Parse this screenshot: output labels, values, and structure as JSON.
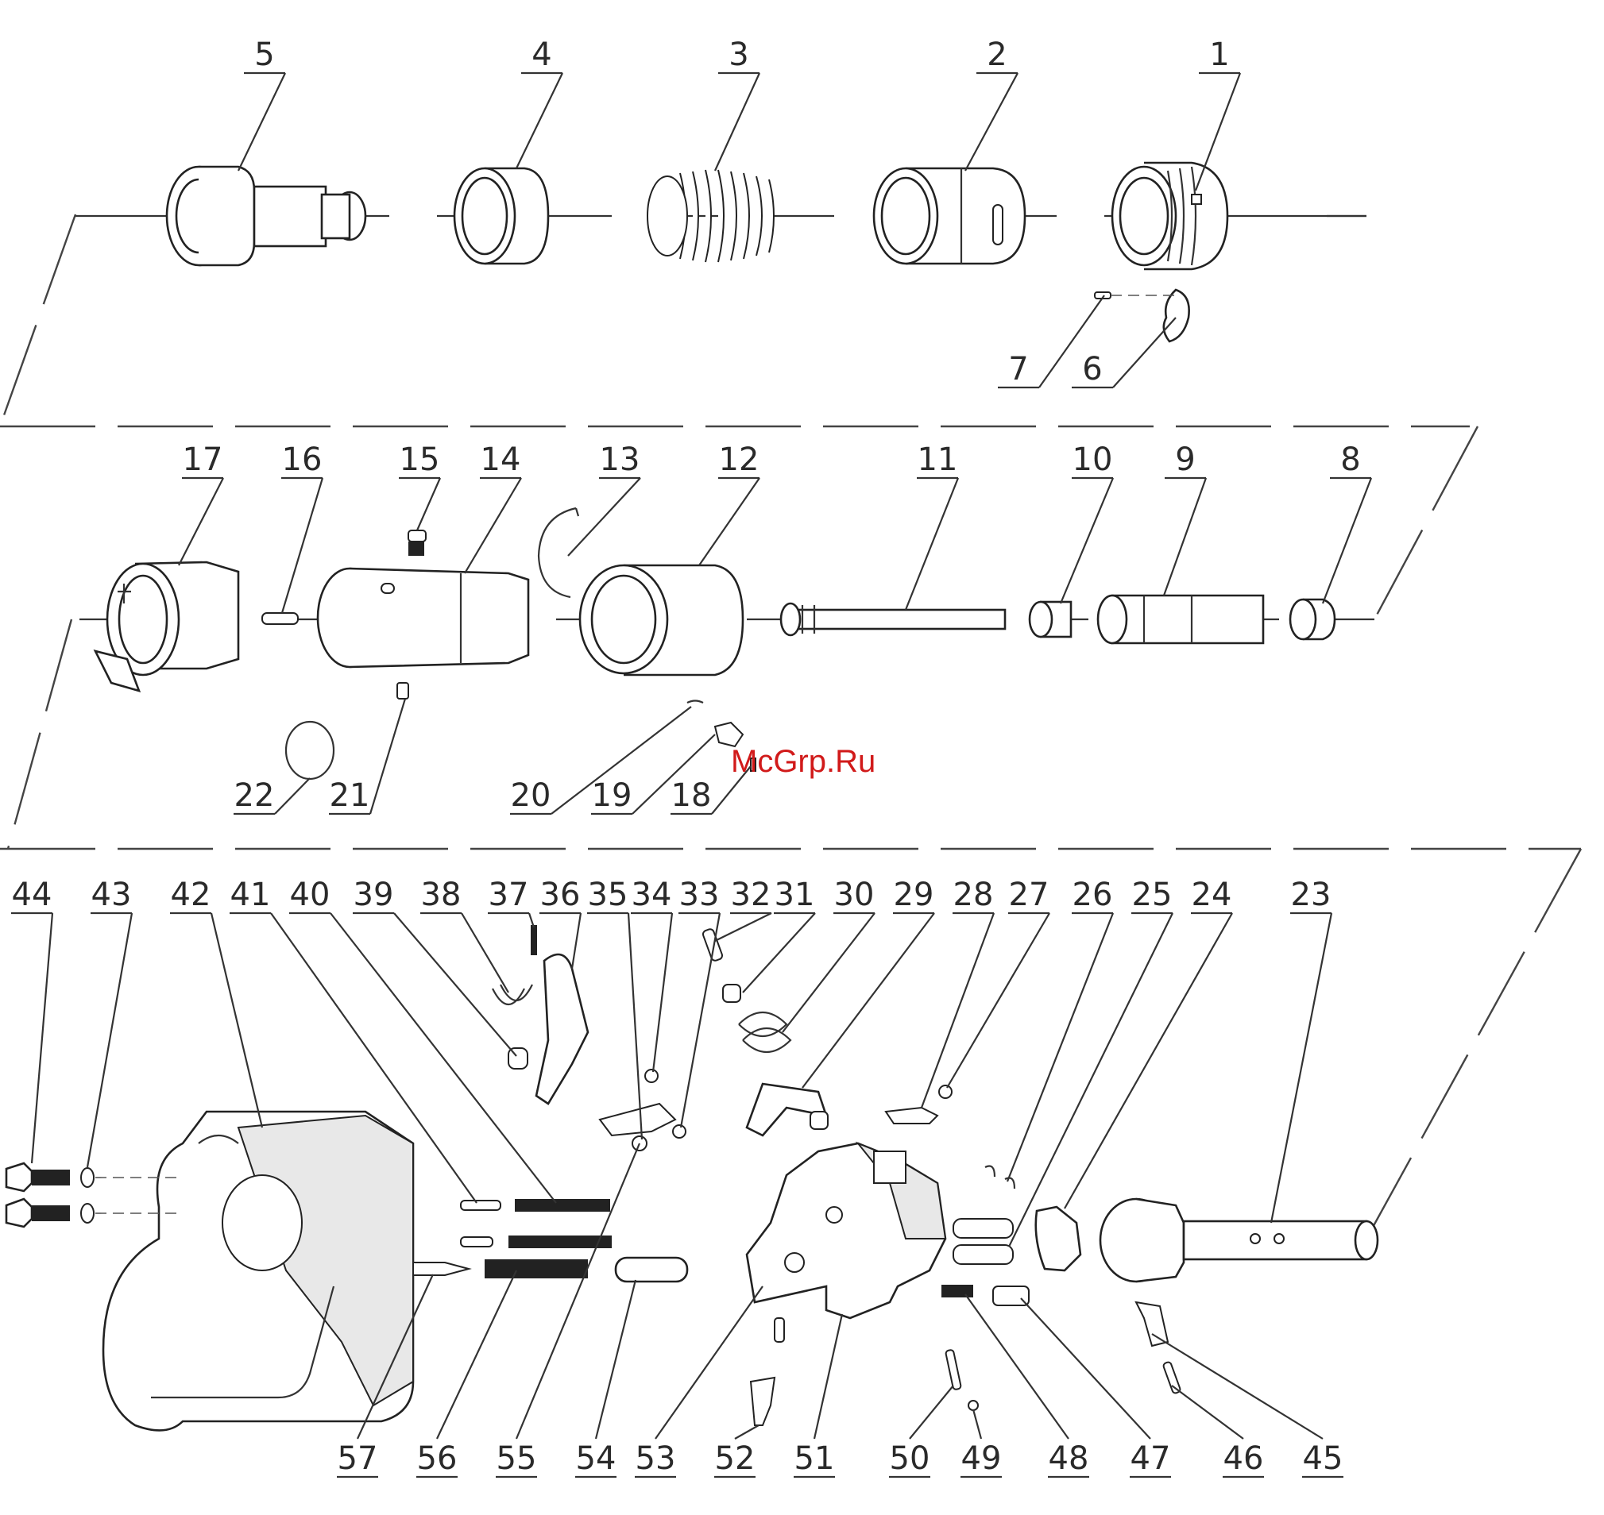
{
  "watermark": "McGrp.Ru",
  "callouts": [
    "1",
    "2",
    "3",
    "4",
    "5",
    "6",
    "7",
    "8",
    "9",
    "10",
    "11",
    "12",
    "13",
    "14",
    "15",
    "16",
    "17",
    "18",
    "19",
    "20",
    "21",
    "22",
    "23",
    "24",
    "25",
    "26",
    "27",
    "28",
    "29",
    "30",
    "31",
    "32",
    "33",
    "34",
    "35",
    "36",
    "37",
    "38",
    "39",
    "40",
    "41",
    "42",
    "43",
    "44",
    "45",
    "46",
    "47",
    "48",
    "49",
    "50",
    "51",
    "52",
    "53",
    "54",
    "55",
    "56",
    "57"
  ]
}
